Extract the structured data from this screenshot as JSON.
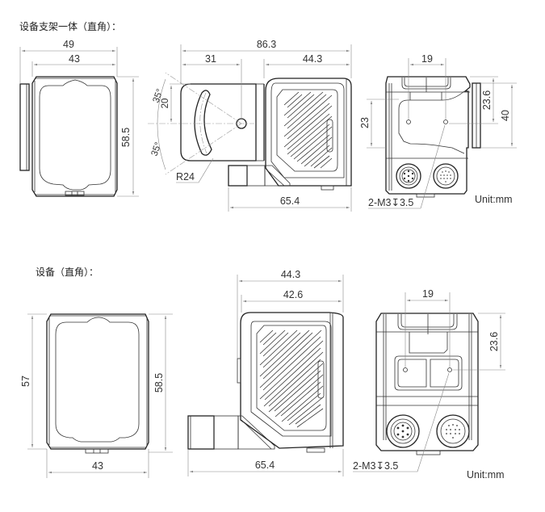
{
  "sections": [
    {
      "title": "设备支架一体（直角）：",
      "views": {
        "front": {
          "width_overall": "49",
          "width_body": "43",
          "height": "58.5"
        },
        "side": {
          "length_overall": "86.3",
          "bracket_hole_offset": "31",
          "body_depth": "44.3",
          "slot_angle_upper": "35°",
          "slot_angle_lower": "35°",
          "slot_half_height": "20",
          "slot_radius": "R24",
          "length_with_connector": "65.4"
        },
        "back": {
          "hole_spacing": "19",
          "hole_from_top": "23.6",
          "hole_height": "23",
          "bracket_height": "40",
          "thread_callout": "2-M3↧3.5",
          "unit": "Unit:mm"
        }
      }
    },
    {
      "title": "设备（直角）：",
      "views": {
        "front": {
          "height_left": "57",
          "height_right": "58.5",
          "width": "43"
        },
        "side": {
          "depth_overall": "44.3",
          "depth_body": "42.6",
          "length_with_connector": "65.4"
        },
        "back": {
          "hole_spacing": "19",
          "hole_from_top": "23.6",
          "thread_callout": "2-M3↧3.5",
          "unit": "Unit:mm"
        }
      }
    }
  ]
}
